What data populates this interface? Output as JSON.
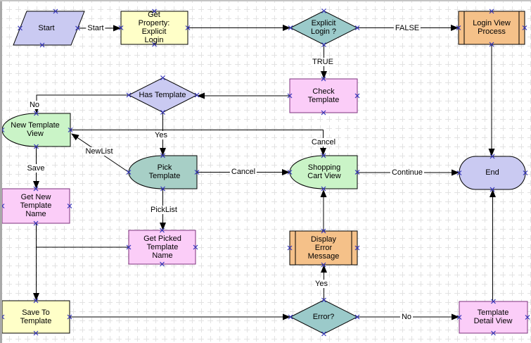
{
  "nodes": {
    "start": {
      "label": "Start",
      "type": "start",
      "shape": "parallelogram"
    },
    "get_property": {
      "label": "Get Property: Explicit Login",
      "type": "business-service",
      "shape": "rectangle"
    },
    "explicit_login": {
      "label": "Explicit Login ?",
      "type": "decision",
      "shape": "diamond"
    },
    "login_view_process": {
      "label": "Login View Process",
      "type": "sub-process",
      "shape": "predefined-process"
    },
    "check_template": {
      "label": "Check Template",
      "type": "task",
      "shape": "rectangle"
    },
    "has_template": {
      "label": "Has Template",
      "type": "decision",
      "shape": "diamond"
    },
    "new_template_view": {
      "label": "New Template View",
      "type": "view",
      "shape": "half-stadium"
    },
    "pick_template": {
      "label": "Pick Template",
      "type": "view",
      "shape": "half-stadium"
    },
    "shopping_cart_view": {
      "label": "Shopping Cart View",
      "type": "view",
      "shape": "half-stadium"
    },
    "end": {
      "label": "End",
      "type": "end",
      "shape": "stadium"
    },
    "get_new_template_name": {
      "label": "Get New Template Name",
      "type": "task",
      "shape": "rectangle"
    },
    "get_picked_template_name": {
      "label": "Get Picked Template Name",
      "type": "task",
      "shape": "rectangle"
    },
    "display_error_message": {
      "label": "Display Error Message",
      "type": "sub-process",
      "shape": "predefined-process"
    },
    "save_to_template": {
      "label": "Save To Template",
      "type": "business-service",
      "shape": "rectangle"
    },
    "error": {
      "label": "Error?",
      "type": "decision",
      "shape": "diamond"
    },
    "template_detail_view": {
      "label": "Template Detail View",
      "type": "task",
      "shape": "rectangle"
    }
  },
  "connectors": {
    "c_start": {
      "label": "Start",
      "from": "start",
      "to": "get_property"
    },
    "c_get_property": {
      "label": "",
      "from": "get_property",
      "to": "explicit_login"
    },
    "c_false": {
      "label": "FALSE",
      "from": "explicit_login",
      "to": "login_view_process"
    },
    "c_true": {
      "label": "TRUE",
      "from": "explicit_login",
      "to": "check_template"
    },
    "c_check": {
      "label": "",
      "from": "check_template",
      "to": "has_template"
    },
    "c_no": {
      "label": "No",
      "from": "has_template",
      "to": "new_template_view"
    },
    "c_yes": {
      "label": "Yes",
      "from": "has_template",
      "to": "pick_template"
    },
    "c_save": {
      "label": "Save",
      "from": "new_template_view",
      "to": "get_new_template_name"
    },
    "c_cancel_new": {
      "label": "Cancel",
      "from": "new_template_view",
      "to": "shopping_cart_view"
    },
    "c_newlist": {
      "label": "NewList",
      "from": "pick_template",
      "to": "new_template_view"
    },
    "c_cancel_pick": {
      "label": "Cancel",
      "from": "pick_template",
      "to": "shopping_cart_view"
    },
    "c_picklist": {
      "label": "PickList",
      "from": "pick_template",
      "to": "get_picked_template_name"
    },
    "c_getnew_save": {
      "label": "",
      "from": "get_new_template_name",
      "to": "save_to_template"
    },
    "c_getpicked_save": {
      "label": "",
      "from": "get_picked_template_name",
      "to": "save_to_template"
    },
    "c_save_error": {
      "label": "",
      "from": "save_to_template",
      "to": "error"
    },
    "c_yes_error": {
      "label": "Yes",
      "from": "error",
      "to": "display_error_message"
    },
    "c_display_cart": {
      "label": "",
      "from": "display_error_message",
      "to": "shopping_cart_view"
    },
    "c_no_error": {
      "label": "No",
      "from": "error",
      "to": "template_detail_view"
    },
    "c_tdv_end": {
      "label": "",
      "from": "template_detail_view",
      "to": "end"
    },
    "c_continue": {
      "label": "Continue",
      "from": "shopping_cart_view",
      "to": "end"
    },
    "c_lvp_end": {
      "label": "",
      "from": "login_view_process",
      "to": "end"
    }
  },
  "colors": {
    "grid": "#e2e2e2",
    "node_lavender": "#cacaf2",
    "node_yellow": "#ffffc8",
    "node_teal": "#9bcaca",
    "node_orange": "#f5c189",
    "node_pink": "#fbcdf8",
    "node_green": "#caf4c7",
    "node_sage": "#a7cfc6",
    "pink_border": "#7d317d",
    "connector_line": "#000000",
    "connection_point": "#3535bb"
  }
}
